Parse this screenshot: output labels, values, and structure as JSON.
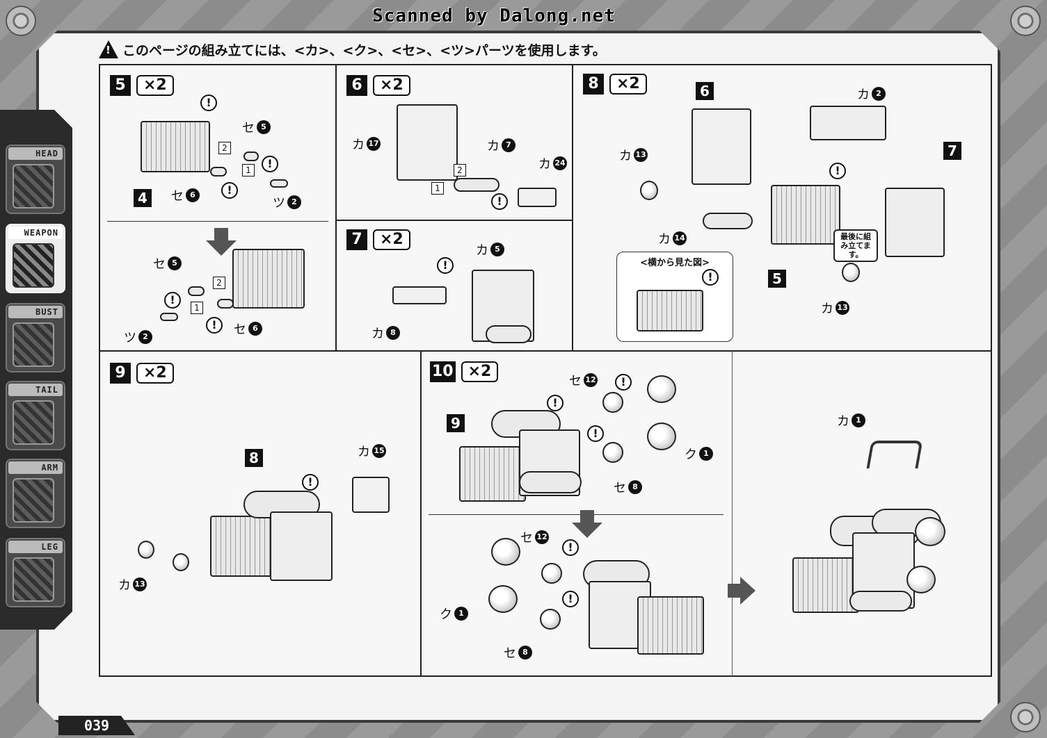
{
  "header": {
    "scan_credit": "Scanned by Dalong.net",
    "notice": "このページの組み立てには、<カ>、<ク>、<セ>、<ツ>パーツを使用します。"
  },
  "sidebar": {
    "items": [
      {
        "label": "HEAD",
        "active": false
      },
      {
        "label": "WEAPON",
        "active": true
      },
      {
        "label": "BUST",
        "active": false
      },
      {
        "label": "TAIL",
        "active": false
      },
      {
        "label": "ARM",
        "active": false
      },
      {
        "label": "LEG",
        "active": false
      }
    ]
  },
  "page_number": "039",
  "steps": {
    "s5": {
      "num": "5",
      "mult": "×2",
      "ref": "4",
      "parts_top": [
        {
          "letter": "セ",
          "n": "5"
        },
        {
          "letter": "セ",
          "n": "6"
        },
        {
          "letter": "ツ",
          "n": "2"
        }
      ],
      "parts_bottom": [
        {
          "letter": "セ",
          "n": "5"
        },
        {
          "letter": "ツ",
          "n": "2"
        },
        {
          "letter": "セ",
          "n": "6"
        }
      ],
      "order": [
        "1",
        "2"
      ]
    },
    "s6": {
      "num": "6",
      "mult": "×2",
      "parts": [
        {
          "letter": "カ",
          "n": "17"
        },
        {
          "letter": "カ",
          "n": "7"
        },
        {
          "letter": "カ",
          "n": "24"
        }
      ],
      "order": [
        "1",
        "2"
      ]
    },
    "s7": {
      "num": "7",
      "mult": "×2",
      "parts": [
        {
          "letter": "カ",
          "n": "5"
        },
        {
          "letter": "カ",
          "n": "8"
        }
      ]
    },
    "s8": {
      "num": "8",
      "mult": "×2",
      "refs": [
        "6",
        "7",
        "5"
      ],
      "parts": [
        {
          "letter": "カ",
          "n": "2"
        },
        {
          "letter": "カ",
          "n": "13"
        },
        {
          "letter": "カ",
          "n": "14"
        },
        {
          "letter": "カ",
          "n": "13"
        }
      ],
      "note": "最後に組み立てます。",
      "side_view_label": "<横から見た図>"
    },
    "s9": {
      "num": "9",
      "mult": "×2",
      "ref": "8",
      "parts": [
        {
          "letter": "カ",
          "n": "15"
        },
        {
          "letter": "カ",
          "n": "13"
        }
      ]
    },
    "s10": {
      "num": "10",
      "mult": "×2",
      "ref": "9",
      "parts_top": [
        {
          "letter": "セ",
          "n": "12"
        },
        {
          "letter": "ク",
          "n": "1"
        },
        {
          "letter": "セ",
          "n": "8"
        }
      ],
      "parts_bottom": [
        {
          "letter": "セ",
          "n": "12"
        },
        {
          "letter": "ク",
          "n": "1"
        },
        {
          "letter": "セ",
          "n": "8"
        }
      ]
    },
    "final": {
      "parts": [
        {
          "letter": "カ",
          "n": "1"
        }
      ]
    }
  },
  "caution_symbol": "!"
}
